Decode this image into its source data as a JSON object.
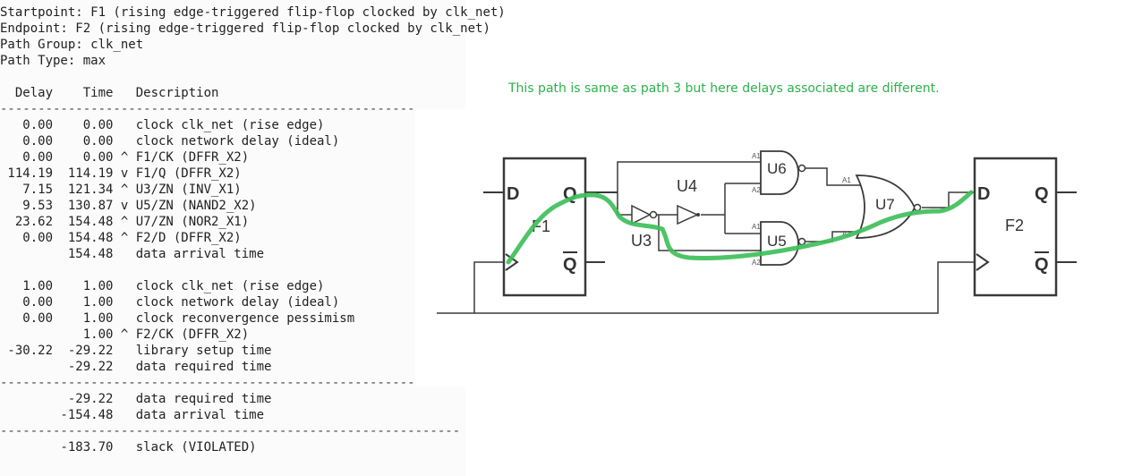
{
  "header": {
    "startpoint": "Startpoint: F1 (rising edge-triggered flip-flop clocked by clk_net)",
    "endpoint": "Endpoint: F2 (rising edge-triggered flip-flop clocked by clk_net)",
    "path_group": "Path Group: clk_net",
    "path_type": "Path Type: max"
  },
  "table_header": "  Delay    Time   Description",
  "separator": "---------------------------------------------------------------------------------------",
  "arrival_rows": [
    "   0.00    0.00   clock clk_net (rise edge)",
    "   0.00    0.00   clock network delay (ideal)",
    "   0.00    0.00 ^ F1/CK (DFFR_X2)",
    " 114.19  114.19 v F1/Q (DFFR_X2)",
    "   7.15  121.34 ^ U3/ZN (INV_X1)",
    "   9.53  130.87 v U5/ZN (NAND2_X2)",
    "  23.62  154.48 ^ U7/ZN (NOR2_X1)",
    "   0.00  154.48 ^ F2/D (DFFR_X2)",
    "         154.48   data arrival time"
  ],
  "required_rows": [
    "   1.00    1.00   clock clk_net (rise edge)",
    "   0.00    1.00   clock network delay (ideal)",
    "   0.00    1.00   clock reconvergence pessimism",
    "           1.00 ^ F2/CK (DFFR_X2)",
    " -30.22  -29.22   library setup time",
    "         -29.22   data required time"
  ],
  "summary_rows": [
    "         -29.22   data required time",
    "        -154.48   data arrival time"
  ],
  "slack_row": "        -183.70   slack (VIOLATED)",
  "annotation": "This path is same as path 3 but here delays associated are different.",
  "circuit": {
    "f1_label": "F1",
    "f2_label": "F2",
    "d_label": "D",
    "q_label": "Q",
    "qbar_label": "Q",
    "u3_label": "U3",
    "u4_label": "U4",
    "u5_label": "U5",
    "u6_label": "U6",
    "u7_label": "U7",
    "pin_a1": "A1",
    "pin_a2": "A2"
  },
  "colors": {
    "annotation": "#2bb24a",
    "highlight_path": "#3fbf5a",
    "wire": "#3a3a3a"
  }
}
